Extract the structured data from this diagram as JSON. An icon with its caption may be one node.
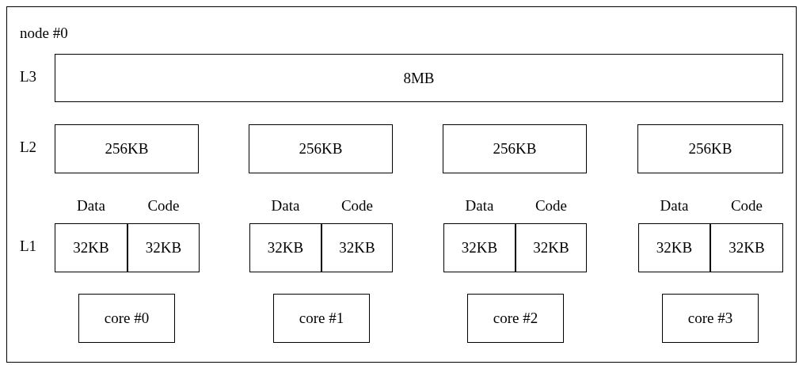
{
  "diagram": {
    "nodes": [
      {
        "text": [
          "node #0"
        ]
      },
      {
        "text": [
          "8MB"
        ],
        "in": 0
      },
      {
        "text": [
          "256KB"
        ],
        "in": 0
      },
      {
        "text": [
          "256KB"
        ],
        "in": 0
      },
      {
        "text": [
          "256KB"
        ],
        "in": 0
      },
      {
        "text": [
          "256KB"
        ],
        "in": 0
      },
      {
        "text": [
          "Data",
          "32KB"
        ],
        "in": 0
      },
      {
        "text": [
          "Code",
          "32KB"
        ],
        "in": 0
      },
      {
        "text": [
          "Data",
          "32KB"
        ],
        "in": 0
      },
      {
        "text": [
          "Code",
          "32KB"
        ],
        "in": 0
      },
      {
        "text": [
          "Data",
          "32KB"
        ],
        "in": 0
      },
      {
        "text": [
          "Code",
          "32KB"
        ],
        "in": 0
      },
      {
        "text": [
          "Data",
          "32KB"
        ],
        "in": 0
      },
      {
        "text": [
          "Code",
          "32KB"
        ],
        "in": 0
      },
      {
        "text": [
          "core #0"
        ],
        "in": 0
      },
      {
        "text": [
          "core #1"
        ],
        "in": 0
      },
      {
        "text": [
          "core #2"
        ],
        "in": 0
      },
      {
        "text": [
          "core #3"
        ],
        "in": 0
      }
    ],
    "labels": [
      "L3",
      "L2",
      "L1"
    ]
  }
}
